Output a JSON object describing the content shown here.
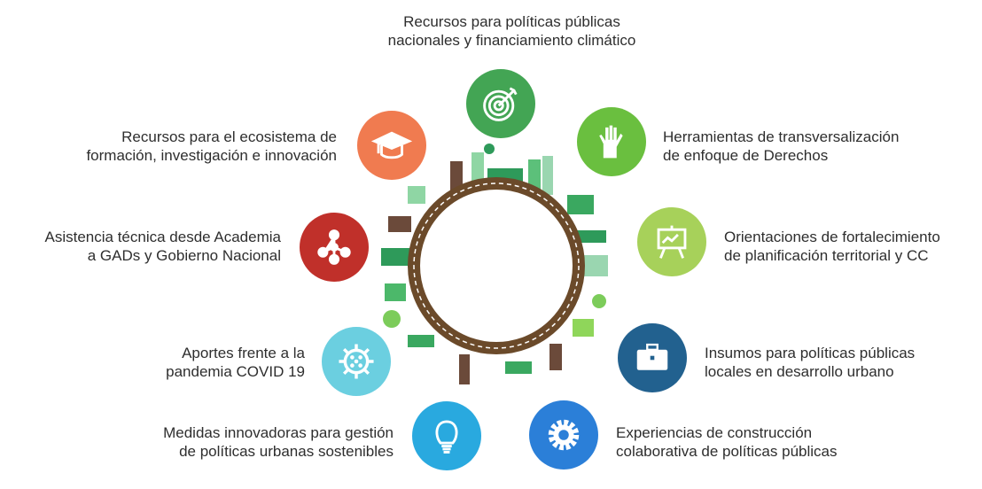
{
  "items": [
    {
      "icon": "target-icon",
      "color": "#43a554",
      "lines": [
        "Recursos para políticas públicas",
        "nacionales y financiamiento climático"
      ]
    },
    {
      "icon": "hand-icon",
      "color": "#6abf3f",
      "lines": [
        "Herramientas de  transversalización",
        "de enfoque de Derechos"
      ]
    },
    {
      "icon": "presentation-board-icon",
      "color": "#a7d15a",
      "lines": [
        "Orientaciones de fortalecimiento",
        "de planificación territorial y CC"
      ]
    },
    {
      "icon": "briefcase-icon",
      "color": "#22618f",
      "lines": [
        "Insumos para políticas públicas",
        "locales en desarrollo urbano"
      ]
    },
    {
      "icon": "gear-icon",
      "color": "#2b7fd8",
      "lines": [
        "Experiencias de  construcción",
        "colaborativa de políticas públicas"
      ]
    },
    {
      "icon": "lightbulb-icon",
      "color": "#29a9df",
      "lines": [
        "Medidas innovadoras para gestión",
        "de políticas urbanas sostenibles"
      ]
    },
    {
      "icon": "virus-icon",
      "color": "#6bcfe0",
      "lines": [
        "Aportes frente a la",
        "pandemia COVID 19"
      ]
    },
    {
      "icon": "network-icon",
      "color": "#c0302a",
      "lines": [
        "Asistencia técnica desde Academia",
        "a GADs y Gobierno Nacional"
      ]
    },
    {
      "icon": "graduation-cap-icon",
      "color": "#f07b50",
      "lines": [
        "Recursos para el ecosistema de",
        "formación, investigación e innovación"
      ]
    }
  ]
}
